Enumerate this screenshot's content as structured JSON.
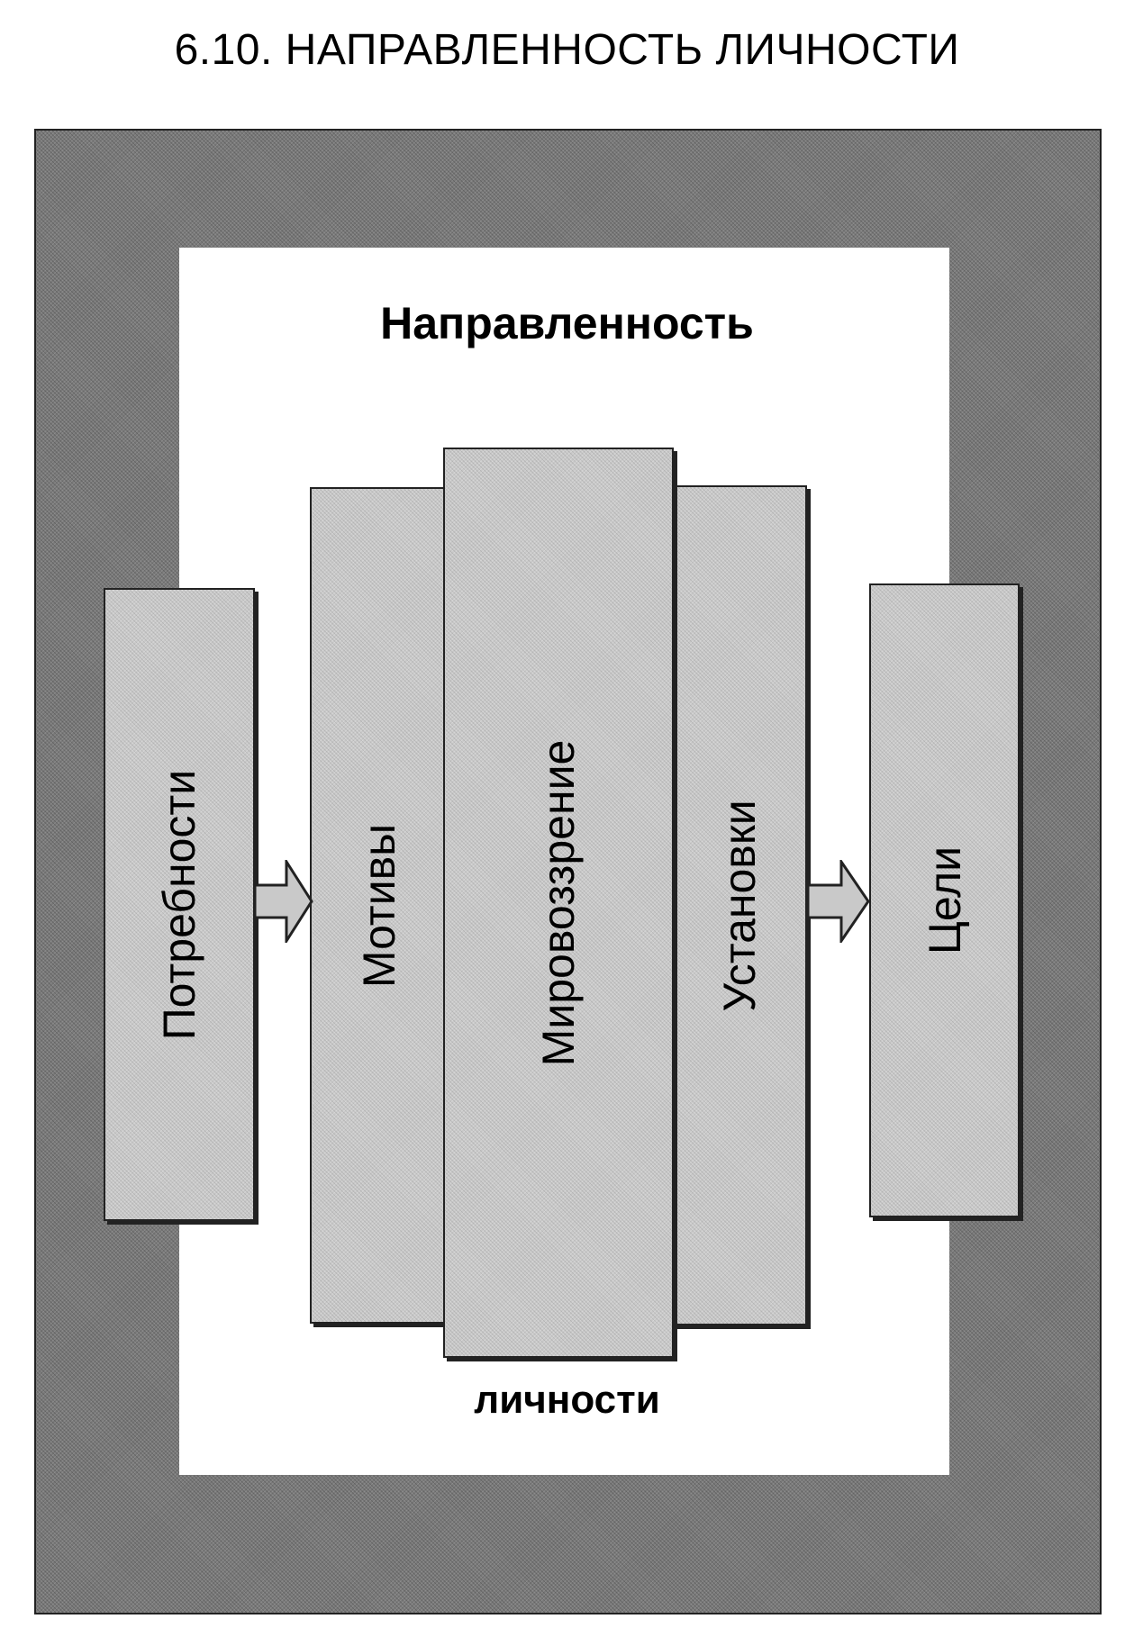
{
  "title": "6.10. НАПРАВЛЕННОСТЬ ЛИЧНОСТИ",
  "frame_label_top": "Направленность",
  "frame_label_bottom": "личности",
  "blocks": {
    "needs": "Потребности",
    "motives": "Мотивы",
    "worldview": "Мировоззрение",
    "attitudes": "Установки",
    "goals": "Цели"
  },
  "arrows": [
    {
      "from": "Потребности",
      "to": "Мотивы"
    },
    {
      "from": "Установки",
      "to": "Цели"
    }
  ],
  "colors": {
    "frame_fill": "#7a7a7a",
    "box_fill": "#c9c9c9",
    "inner_fill": "#ffffff",
    "stroke": "#222222"
  }
}
